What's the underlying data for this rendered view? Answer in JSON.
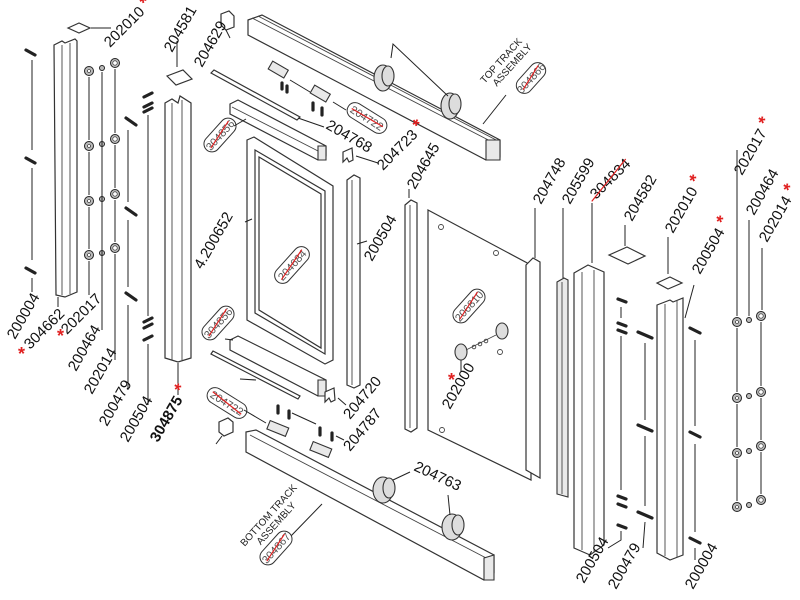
{
  "title": "Sliding shower door exploded parts diagram",
  "colors": {
    "line": "#333333",
    "discontinued_strike": "#e02020",
    "asterisk": "#e02020",
    "background": "#ffffff"
  },
  "part_labels": [
    {
      "id": "202010-top-left",
      "number": "202010",
      "starred": true
    },
    {
      "id": "204581",
      "number": "204581",
      "starred": false
    },
    {
      "id": "204629",
      "number": "204629",
      "starred": false
    },
    {
      "id": "204768",
      "number": "204768",
      "starred": false
    },
    {
      "id": "204723",
      "number": "204723",
      "starred": true
    },
    {
      "id": "204645",
      "number": "204645",
      "starred": false
    },
    {
      "id": "4-200652",
      "number": "4.200652",
      "starred": false
    },
    {
      "id": "200504-panel",
      "number": "200504",
      "starred": false
    },
    {
      "id": "204720",
      "number": "204720",
      "starred": false
    },
    {
      "id": "204787",
      "number": "204787",
      "starred": false
    },
    {
      "id": "204763",
      "number": "204763",
      "starred": false
    },
    {
      "id": "202000",
      "number": "202000",
      "starred": true
    },
    {
      "id": "200004-left",
      "number": "200004",
      "starred": false
    },
    {
      "id": "304662",
      "number": "304662",
      "starred": true
    },
    {
      "id": "202017-left",
      "number": "202017",
      "starred": true
    },
    {
      "id": "200464-left",
      "number": "200464",
      "starred": false
    },
    {
      "id": "202014-left",
      "number": "202014",
      "starred": false
    },
    {
      "id": "200479-left",
      "number": "200479",
      "starred": false
    },
    {
      "id": "200504-left",
      "number": "200504",
      "starred": false
    },
    {
      "id": "304875",
      "number": "304875",
      "starred": true
    },
    {
      "id": "204748",
      "number": "204748",
      "starred": false
    },
    {
      "id": "205599",
      "number": "205599",
      "starred": false
    },
    {
      "id": "304834",
      "number": "304834",
      "starred": false,
      "struck": true
    },
    {
      "id": "204582",
      "number": "204582",
      "starred": false
    },
    {
      "id": "202010-right",
      "number": "202010",
      "starred": true
    },
    {
      "id": "200504-right-top",
      "number": "200504",
      "starred": true
    },
    {
      "id": "202017-right",
      "number": "202017",
      "starred": true
    },
    {
      "id": "200464-right",
      "number": "200464",
      "starred": false
    },
    {
      "id": "202014-right",
      "number": "202014",
      "starred": true
    },
    {
      "id": "200504-right-bottom",
      "number": "200504",
      "starred": false
    },
    {
      "id": "200479-right",
      "number": "200479",
      "starred": false
    },
    {
      "id": "200004-right",
      "number": "200004",
      "starred": false
    }
  ],
  "discontinued_ovals": [
    {
      "id": "oval-top-track",
      "number": "304866"
    },
    {
      "id": "oval-204722-top",
      "number": "204722"
    },
    {
      "id": "oval-304856-top",
      "number": "304856"
    },
    {
      "id": "oval-204684",
      "number": "204684"
    },
    {
      "id": "oval-304856-bottom",
      "number": "304856"
    },
    {
      "id": "oval-204722-bottom",
      "number": "204722"
    },
    {
      "id": "oval-206810",
      "number": "206810"
    },
    {
      "id": "oval-bottom-track",
      "number": "304867"
    }
  ],
  "assemblies": {
    "top_track": {
      "line1": "TOP  TRACK",
      "line2": "ASSEMBLY"
    },
    "bottom_track": {
      "line1": "BOTTOM  TRACK",
      "line2": "ASSEMBLY"
    }
  },
  "star_glyph": "*"
}
